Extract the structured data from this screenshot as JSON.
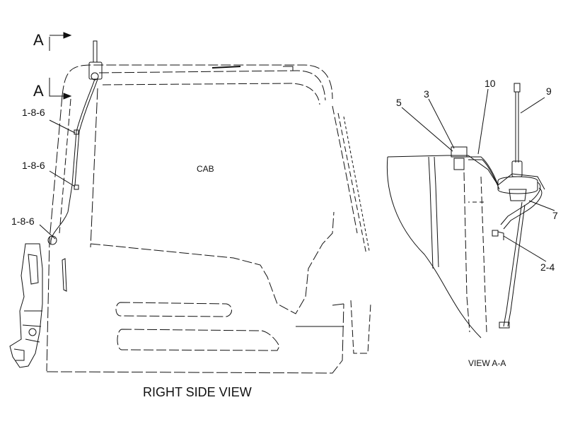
{
  "section_marks": [
    "A",
    "A"
  ],
  "labels": {
    "cab": "CAB",
    "right_side_view": "RIGHT SIDE VIEW",
    "view_aa": "VIEW A-A"
  },
  "callouts": {
    "c186_top": "1-8-6",
    "c186_mid": "1-8-6",
    "c186_low": "1-8-6",
    "c5": "5",
    "c3": "3",
    "c10": "10",
    "c9": "9",
    "c7": "7",
    "c24": "2-4"
  },
  "colors": {
    "ink": "#111111",
    "paper": "#ffffff"
  }
}
